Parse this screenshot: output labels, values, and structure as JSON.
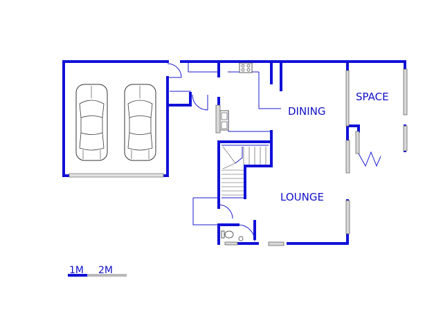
{
  "rooms": {
    "dining": "DINING",
    "space": "SPACE",
    "lounge": "LOUNGE"
  },
  "scale": {
    "label_1": "1M",
    "label_2": "2M"
  },
  "colors": {
    "wall": "#1010d8",
    "label": "#1010c8",
    "scale_grey": "#b8b8b8"
  }
}
